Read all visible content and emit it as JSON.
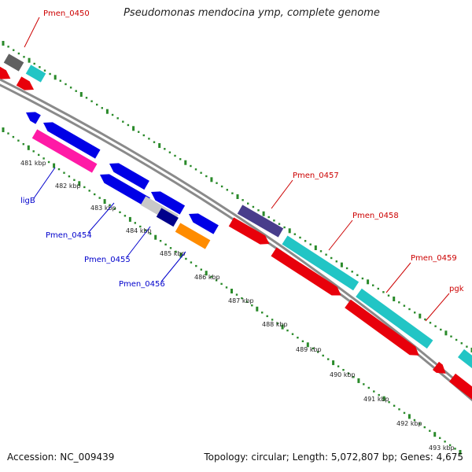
{
  "title": "Pseudomonas mendocina ymp, complete genome",
  "footer": {
    "accession": "Accession: NC_009439",
    "summary": "Topology: circular; Length: 5,072,807 bp; Genes: 4,675"
  },
  "colors": {
    "forward_strand": "#e8000b",
    "reverse_strand": "#0000e6",
    "cds_cyan": "#22c5c5",
    "cds_magenta": "#ff1aa6",
    "cds_purple": "#483d8b",
    "cds_orange": "#ff8c00",
    "cds_gray": "#606060",
    "cds_navy": "#00008b",
    "cds_silver": "#c8c8c8",
    "backbone": "#8a8a8a",
    "tick_green": "#2a8a2a",
    "label_red": "#cc0000",
    "label_blue": "#0000cc"
  },
  "tick_labels": [
    "481 kbp",
    "482 kbp",
    "483 kbp",
    "484 kbp",
    "485 kbp",
    "486 kbp",
    "487 kbp",
    "488 kbp",
    "489 kbp",
    "490 kbp",
    "491 kbp",
    "492 kbp",
    "493 kbp"
  ],
  "gene_labels": [
    {
      "text": "Pmen_0450",
      "strand": "forward"
    },
    {
      "text": "ligB",
      "strand": "reverse"
    },
    {
      "text": "Pmen_0454",
      "strand": "reverse"
    },
    {
      "text": "Pmen_0455",
      "strand": "reverse"
    },
    {
      "text": "Pmen_0456",
      "strand": "reverse"
    },
    {
      "text": "Pmen_0457",
      "strand": "forward"
    },
    {
      "text": "Pmen_0458",
      "strand": "forward"
    },
    {
      "text": "Pmen_0459",
      "strand": "forward"
    },
    {
      "text": "pgk",
      "strand": "forward"
    }
  ]
}
